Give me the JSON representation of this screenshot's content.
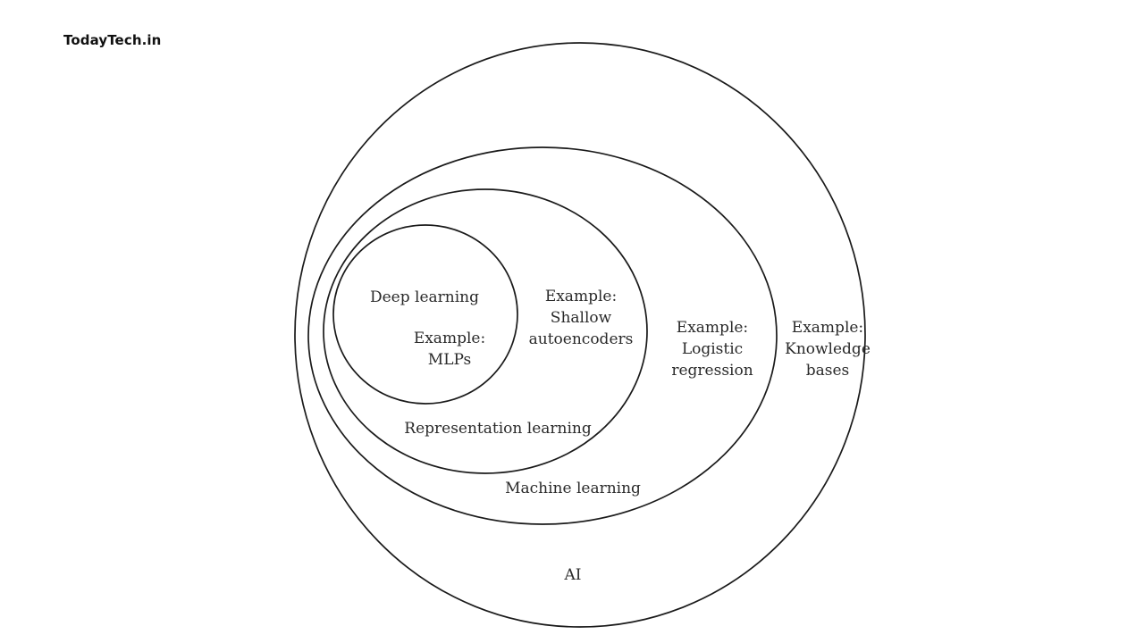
{
  "watermark": {
    "text": "TodayTech.in"
  },
  "diagram": {
    "background": "#ffffff",
    "circle_stroke": "#1a1a1a",
    "text_color": "#2a2a2a",
    "sets": {
      "ai": {
        "label": "AI"
      },
      "machine_learning": {
        "label": "Machine learning"
      },
      "representation_learning": {
        "label": "Representation learning"
      },
      "deep_learning": {
        "label": "Deep learning"
      }
    },
    "examples": {
      "mlps": {
        "line1": "Example:",
        "line2": "MLPs"
      },
      "shallow_autoencoders": {
        "line1": "Example:",
        "line2": "Shallow",
        "line3": "autoencoders"
      },
      "logistic_regression": {
        "line1": "Example:",
        "line2": "Logistic",
        "line3": "regression"
      },
      "knowledge_bases": {
        "line1": "Example:",
        "line2": "Knowledge",
        "line3": "bases"
      }
    }
  }
}
